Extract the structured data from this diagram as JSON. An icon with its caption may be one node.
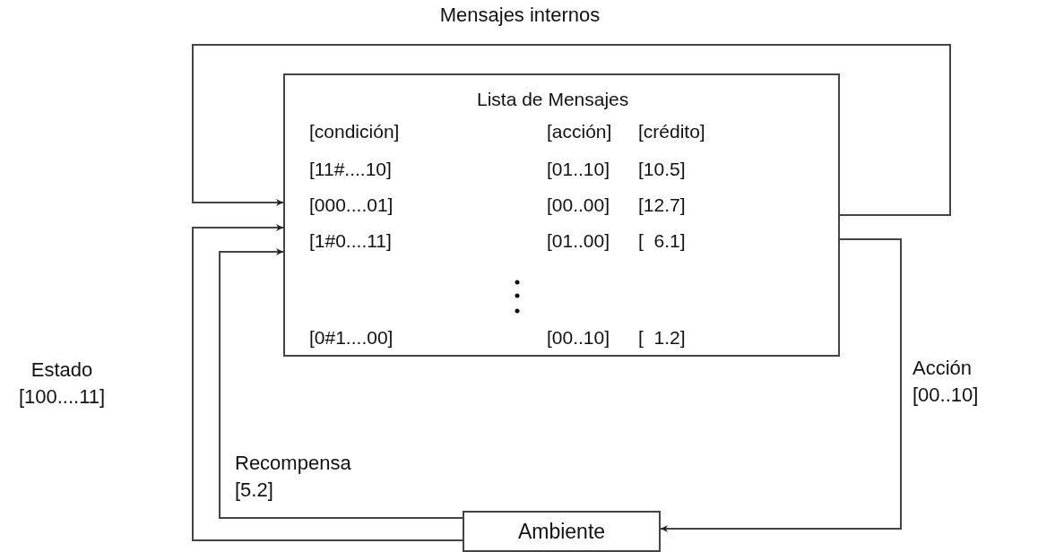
{
  "diagram": {
    "nodes": [
      {
        "text": [
          "Lista de Mensajes",
          "[condición]",
          "[acción]",
          "[crédito]",
          "[11#....10]",
          "[01..10]",
          "[10.5]",
          "[000....01]",
          "[00..00]",
          "[12.7]",
          "[1#0....11]",
          "[01..00]",
          "[  6.1]",
          "[0#1....00]",
          "[00..10]",
          "[  1.2]"
        ]
      },
      {
        "text": [
          "Ambiente"
        ]
      }
    ],
    "edges": [
      {
        "from": 0,
        "to": 0,
        "arrow": "to",
        "label": "Mensajes internos"
      },
      {
        "from": 1,
        "to": 0,
        "arrow": "to",
        "label": "Estado [100....11]"
      },
      {
        "from": 1,
        "to": 0,
        "arrow": "to",
        "label": "Recompensa [5.2]"
      },
      {
        "from": 0,
        "to": 1,
        "arrow": "to",
        "label": "Acción [00..10]"
      }
    ]
  }
}
